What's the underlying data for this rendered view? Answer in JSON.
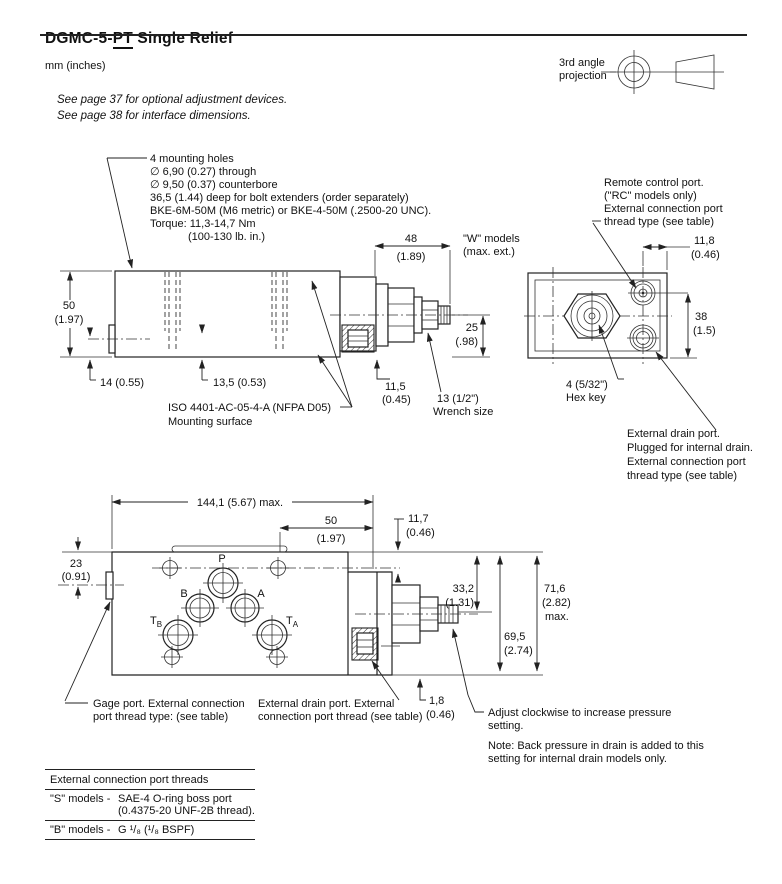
{
  "header": {
    "title_prefix": "DGMC-5-",
    "title_emph": "PT",
    "title_suffix": " Single Relief",
    "units": "mm (inches)",
    "projection_line1": "3rd angle",
    "projection_line2": "projection",
    "note1": "See page 37 for optional adjustment devices.",
    "note2": "See page 38 for interface dimensions."
  },
  "side_view": {
    "mounting_note": [
      "4 mounting holes",
      "∅ 6,90 (0.27) through",
      "∅ 9,50 (0.37) counterbore",
      "36,5 (1.44) deep for bolt extenders (order separately)",
      "BKE-6M-50M (M6 metric) or BKE-4-50M (.2500-20 UNC).",
      "Torque: 11,3-14,7 Nm",
      "(100-130 lb. in.)"
    ],
    "dim_height": "50",
    "dim_height_in": "(1.97)",
    "dim_14": "14 (0.55)",
    "dim_135": "13,5 (0.53)",
    "dim_48": "48",
    "dim_48_in": "(1.89)",
    "w_models_1": "\"W\" models",
    "w_models_2": "(max. ext.)",
    "dim_25": "25",
    "dim_25_in": "(.98)",
    "dim_115": "11,5",
    "dim_115_in": "(0.45)",
    "wrench_1": "13 (1/2\")",
    "wrench_2": "Wrench size",
    "iso_1": "ISO 4401-AC-05-4-A (NFPA D05)",
    "iso_2": "Mounting surface"
  },
  "end_view": {
    "remote_1": "Remote control port.",
    "remote_2": "(\"RC\" models only)",
    "remote_3": "External connection port",
    "remote_4": "thread type (see table)",
    "dim_118": "11,8",
    "dim_118_in": "(0.46)",
    "dim_38": "38",
    "dim_38_in": "(1.5)",
    "hexkey_1": "4  (5/32\")",
    "hexkey_2": "Hex key",
    "drain_1": "External drain port.",
    "drain_2": "Plugged for internal drain.",
    "drain_3": "External connection port",
    "drain_4": "thread type (see table)"
  },
  "bottom_view": {
    "dim_1441": "144,1 (5.67) max.",
    "dim_50": "50",
    "dim_50_in": "(1.97)",
    "dim_117": "11,7",
    "dim_117_in": "(0.46)",
    "dim_23": "23",
    "dim_23_in": "(0.91)",
    "dim_332": "33,2",
    "dim_332_in": "(1.31)",
    "dim_695": "69,5",
    "dim_695_in": "(2.74)",
    "dim_716": "71,6",
    "dim_716_in": "(2.82)",
    "dim_716_max": "max.",
    "dim_18": "1,8",
    "dim_18_in": "(0.46)",
    "port_p": "P",
    "port_b": "B",
    "port_a": "A",
    "port_t": "T",
    "port_tb_sub": "B",
    "port_ta_sub": "A",
    "gage_1": "Gage port. External connection",
    "gage_2": "port thread type: (see table)",
    "drain_1": "External drain port. External",
    "drain_2": "connection port thread (see table)",
    "adjust_1": "Adjust clockwise to increase pressure",
    "adjust_2": "setting.",
    "note_1": "Note: Back pressure in drain is added to this",
    "note_2": "setting for internal drain models only."
  },
  "thread_table": {
    "header": "External connection port threads",
    "s_model": "\"S\" models -",
    "s_value_1": "SAE-4 O-ring boss port",
    "s_value_2": "(0.4375-20 UNF-2B thread).",
    "b_model": "\"B\" models -",
    "b_value": "G ¹/₈ (¹/₈ BSPF)"
  }
}
